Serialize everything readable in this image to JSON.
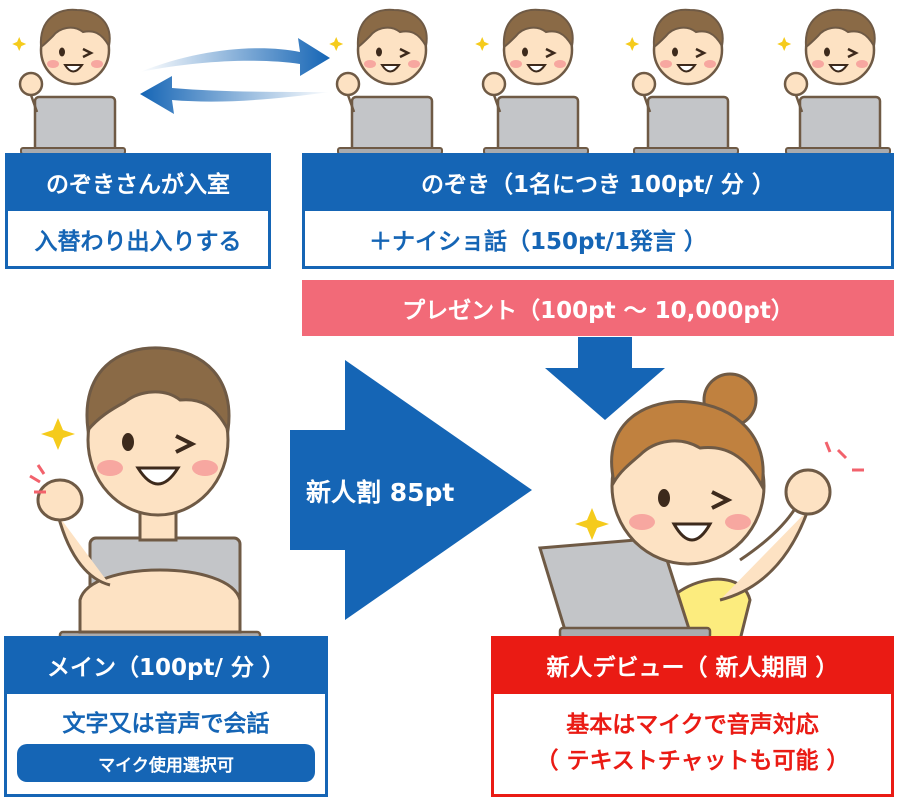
{
  "left_top": {
    "header": "のぞきさんが入室",
    "body": "入替わり出入りする"
  },
  "nozoki": {
    "header": "のぞき（1名につき 100pt/ 分 ）",
    "body": "＋ナイショ話（150pt/1発言 ）"
  },
  "present": {
    "label": "プレゼント（100pt 〜 10,000pt）"
  },
  "discount": {
    "label": "新人割 85pt"
  },
  "main": {
    "header": "メイン（100pt/ 分 ）",
    "body": "文字又は音声で会話",
    "pill": "マイク使用選択可"
  },
  "debut": {
    "header": "新人デビュー（ 新人期間 ）",
    "line1": "基本はマイクで音声対応",
    "line2": "（ テキストチャットも可能 ）"
  },
  "colors": {
    "blue": "#1565b5",
    "red": "#ea1b14",
    "pink": "#f26a78",
    "skin": "#fde2c3",
    "hair_male": "#8a6a46",
    "hair_female": "#c0813f",
    "laptop": "#c3c5c8",
    "shirt_female": "#fcec7e"
  }
}
